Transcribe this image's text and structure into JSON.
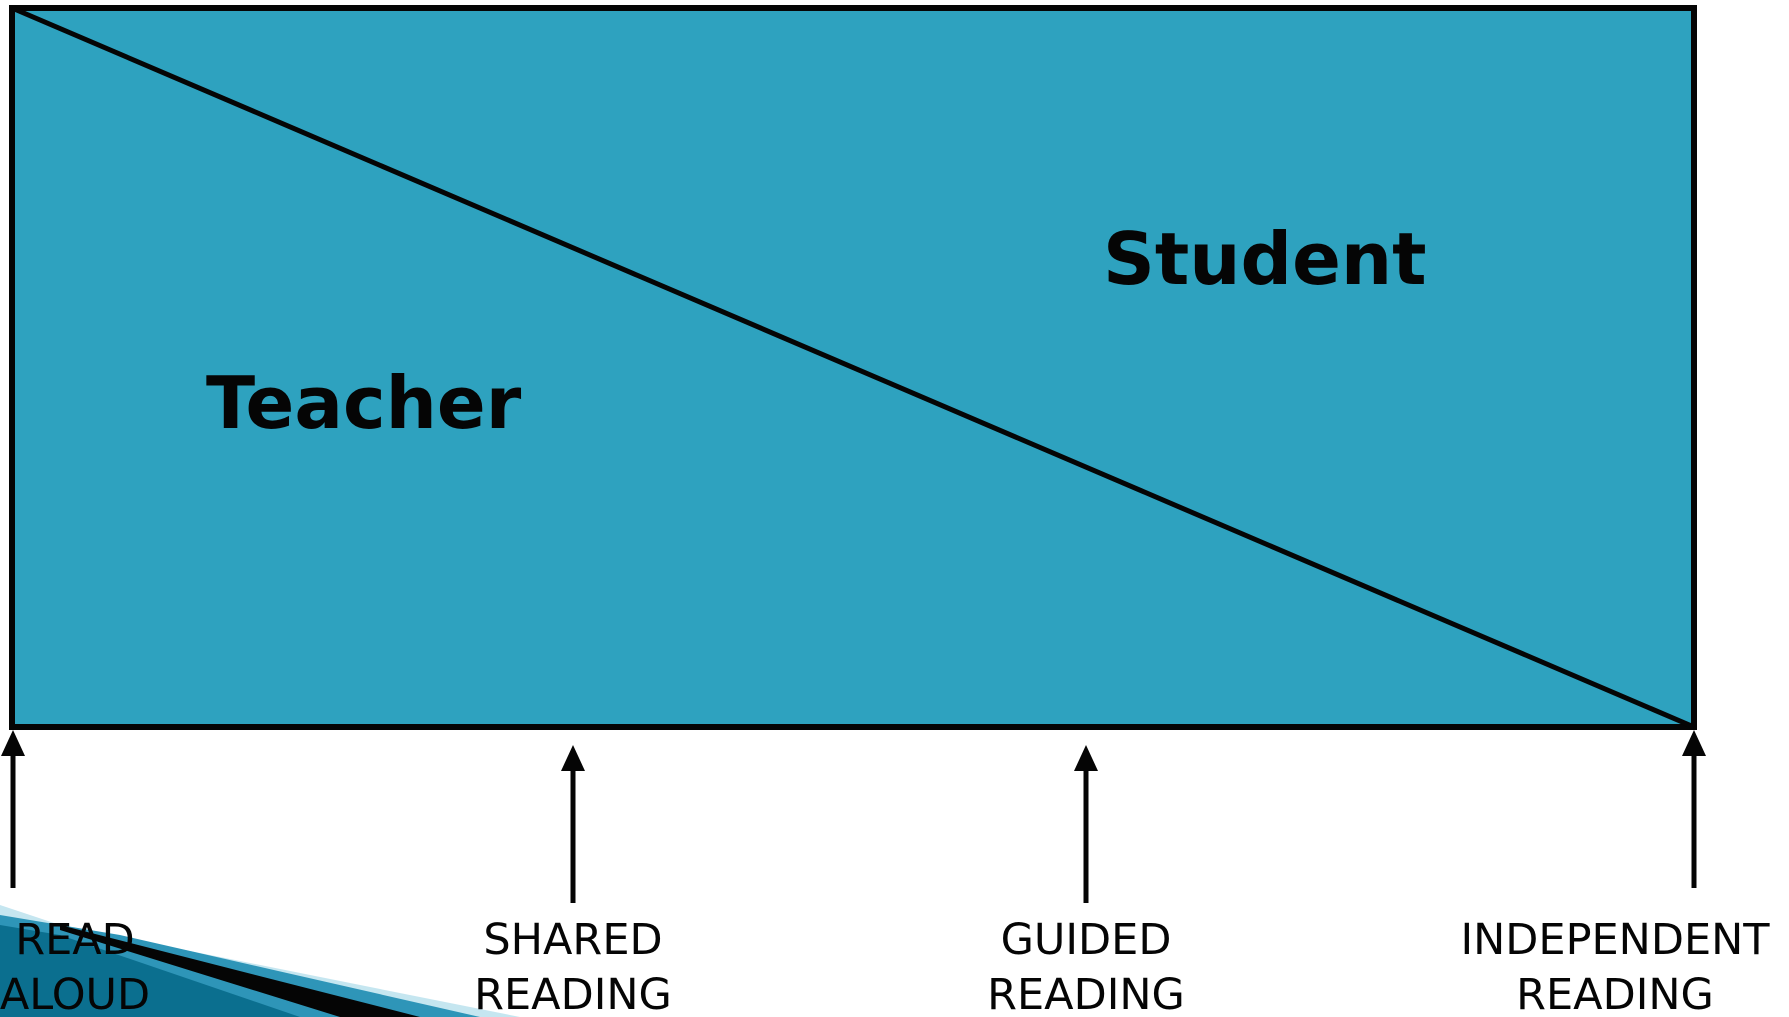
{
  "regions": {
    "teacher": "Teacher",
    "student": "Student"
  },
  "stages": [
    {
      "line1": "READ",
      "line2": "ALOUD"
    },
    {
      "line1": "SHARED",
      "line2": "READING"
    },
    {
      "line1": "GUIDED",
      "line2": "READING"
    },
    {
      "line1": "INDEPENDENT",
      "line2": "READING"
    }
  ],
  "colors": {
    "box_fill": "#2ea2bf",
    "outline": "#050505",
    "decoration_dark": "#0b6f8f",
    "decoration_light": "#7fc8de"
  }
}
